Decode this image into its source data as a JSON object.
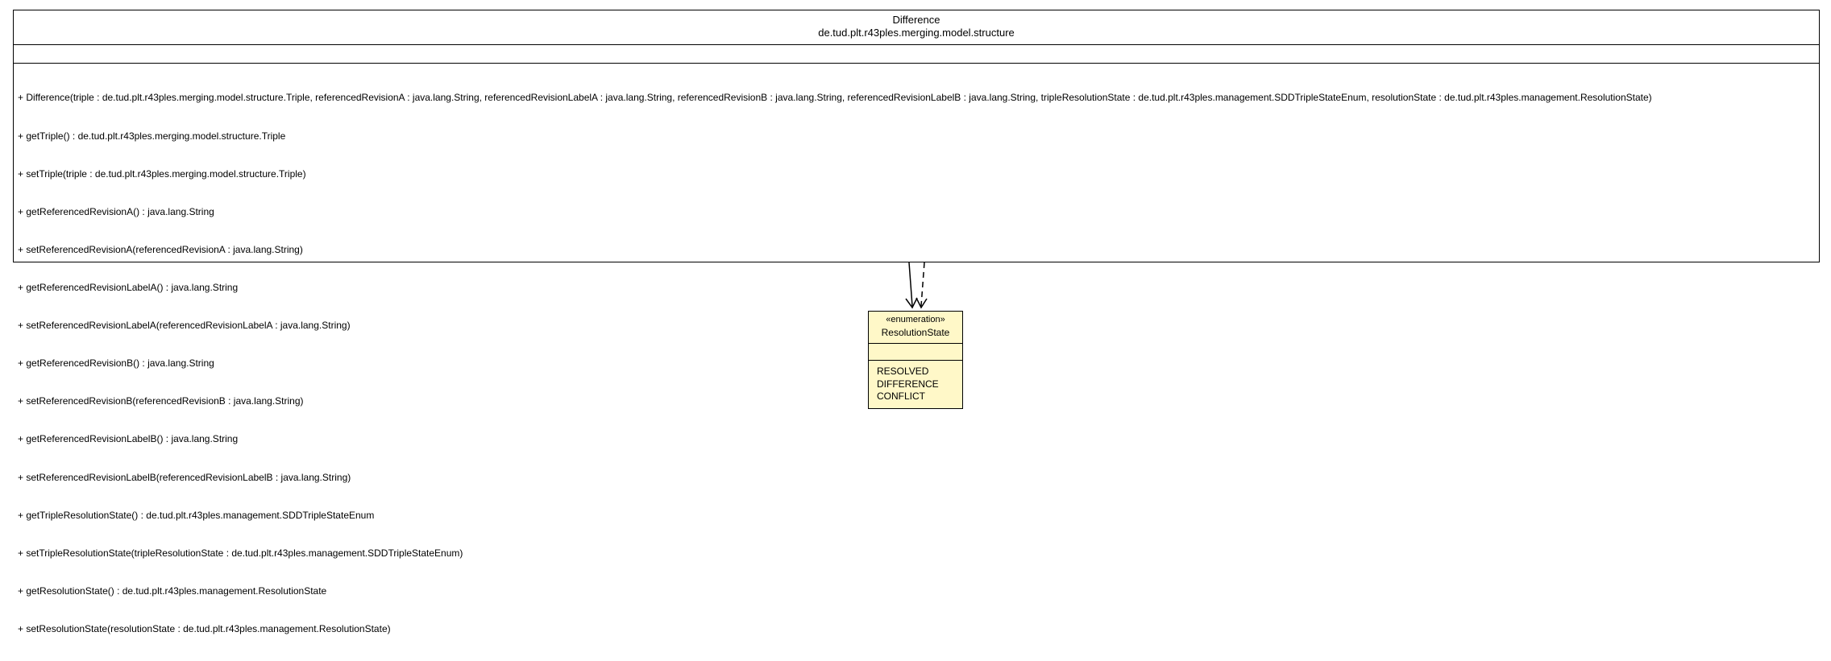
{
  "difference_class": {
    "name": "Difference",
    "package": "de.tud.plt.r43ples.merging.model.structure",
    "methods": [
      "+ Difference(triple : de.tud.plt.r43ples.merging.model.structure.Triple, referencedRevisionA : java.lang.String, referencedRevisionLabelA : java.lang.String, referencedRevisionB : java.lang.String, referencedRevisionLabelB : java.lang.String, tripleResolutionState : de.tud.plt.r43ples.management.SDDTripleStateEnum, resolutionState : de.tud.plt.r43ples.management.ResolutionState)",
      "+ getTriple() : de.tud.plt.r43ples.merging.model.structure.Triple",
      "+ setTriple(triple : de.tud.plt.r43ples.merging.model.structure.Triple)",
      "+ getReferencedRevisionA() : java.lang.String",
      "+ setReferencedRevisionA(referencedRevisionA : java.lang.String)",
      "+ getReferencedRevisionLabelA() : java.lang.String",
      "+ setReferencedRevisionLabelA(referencedRevisionLabelA : java.lang.String)",
      "+ getReferencedRevisionB() : java.lang.String",
      "+ setReferencedRevisionB(referencedRevisionB : java.lang.String)",
      "+ getReferencedRevisionLabelB() : java.lang.String",
      "+ setReferencedRevisionLabelB(referencedRevisionLabelB : java.lang.String)",
      "+ getTripleResolutionState() : de.tud.plt.r43ples.management.SDDTripleStateEnum",
      "+ setTripleResolutionState(tripleResolutionState : de.tud.plt.r43ples.management.SDDTripleStateEnum)",
      "+ getResolutionState() : de.tud.plt.r43ples.management.ResolutionState",
      "+ setResolutionState(resolutionState : de.tud.plt.r43ples.management.ResolutionState)"
    ]
  },
  "resolution_state_enum": {
    "stereotype": "«enumeration»",
    "name": "ResolutionState",
    "literals": [
      "RESOLVED",
      "DIFFERENCE",
      "CONFLICT"
    ],
    "fill_color": "#fff8c8"
  },
  "connectors": [
    {
      "kind": "association",
      "style": "solid",
      "from": "Difference",
      "to": "ResolutionState"
    },
    {
      "kind": "dependency",
      "style": "dashed",
      "from": "Difference",
      "to": "ResolutionState"
    }
  ]
}
